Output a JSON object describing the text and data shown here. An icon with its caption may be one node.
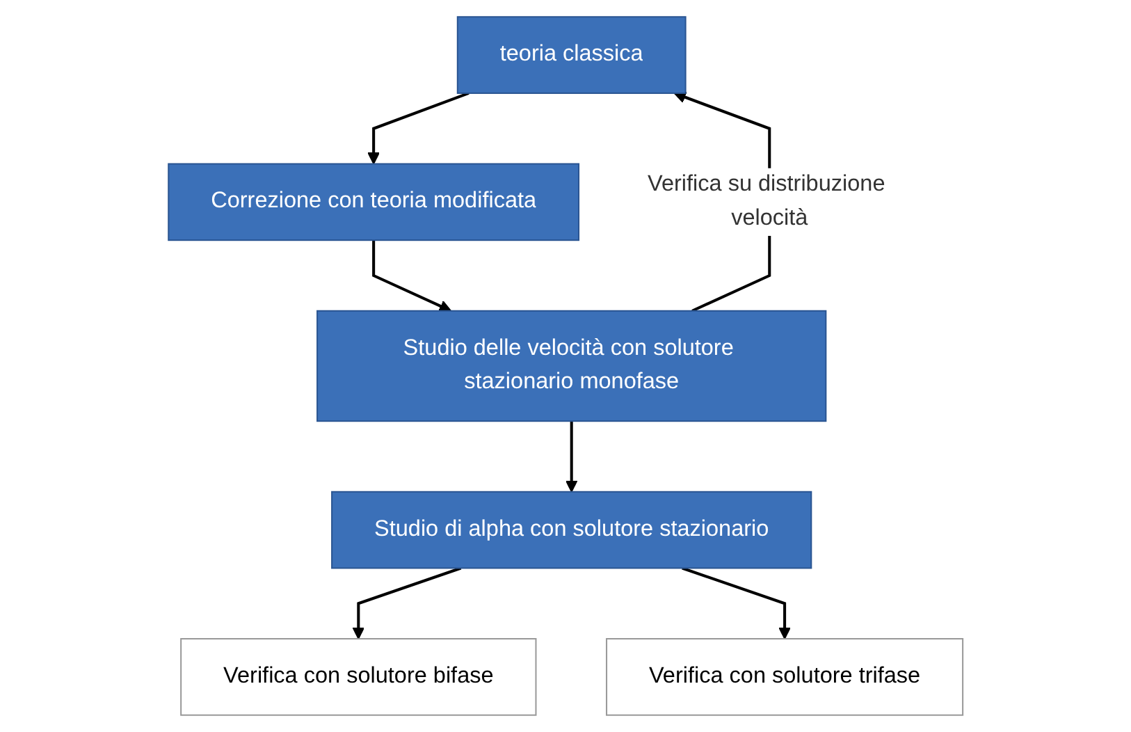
{
  "diagram": {
    "nodes": [
      {
        "text": [
          "teoria classica"
        ]
      },
      {
        "text": [
          "Correzione con teoria modificata"
        ]
      },
      {
        "text": [
          "Studio delle velocità con solutore stazionario monofase"
        ]
      },
      {
        "text": [
          "Studio di alpha con solutore stazionario"
        ]
      },
      {
        "text": [
          "Verifica con solutore bifase"
        ]
      },
      {
        "text": [
          "Verifica con solutore trifase"
        ]
      }
    ],
    "edges": [
      {
        "from": 0,
        "to": 1,
        "arrow": "to"
      },
      {
        "from": 1,
        "to": 2,
        "arrow": "to"
      },
      {
        "from": 2,
        "to": 3,
        "arrow": "to"
      },
      {
        "from": 2,
        "to": 0,
        "arrow": "to",
        "label": "Verifica su distribuzione velocità"
      },
      {
        "from": 3,
        "to": 4,
        "arrow": "to"
      },
      {
        "from": 3,
        "to": 5,
        "arrow": "to"
      }
    ]
  }
}
